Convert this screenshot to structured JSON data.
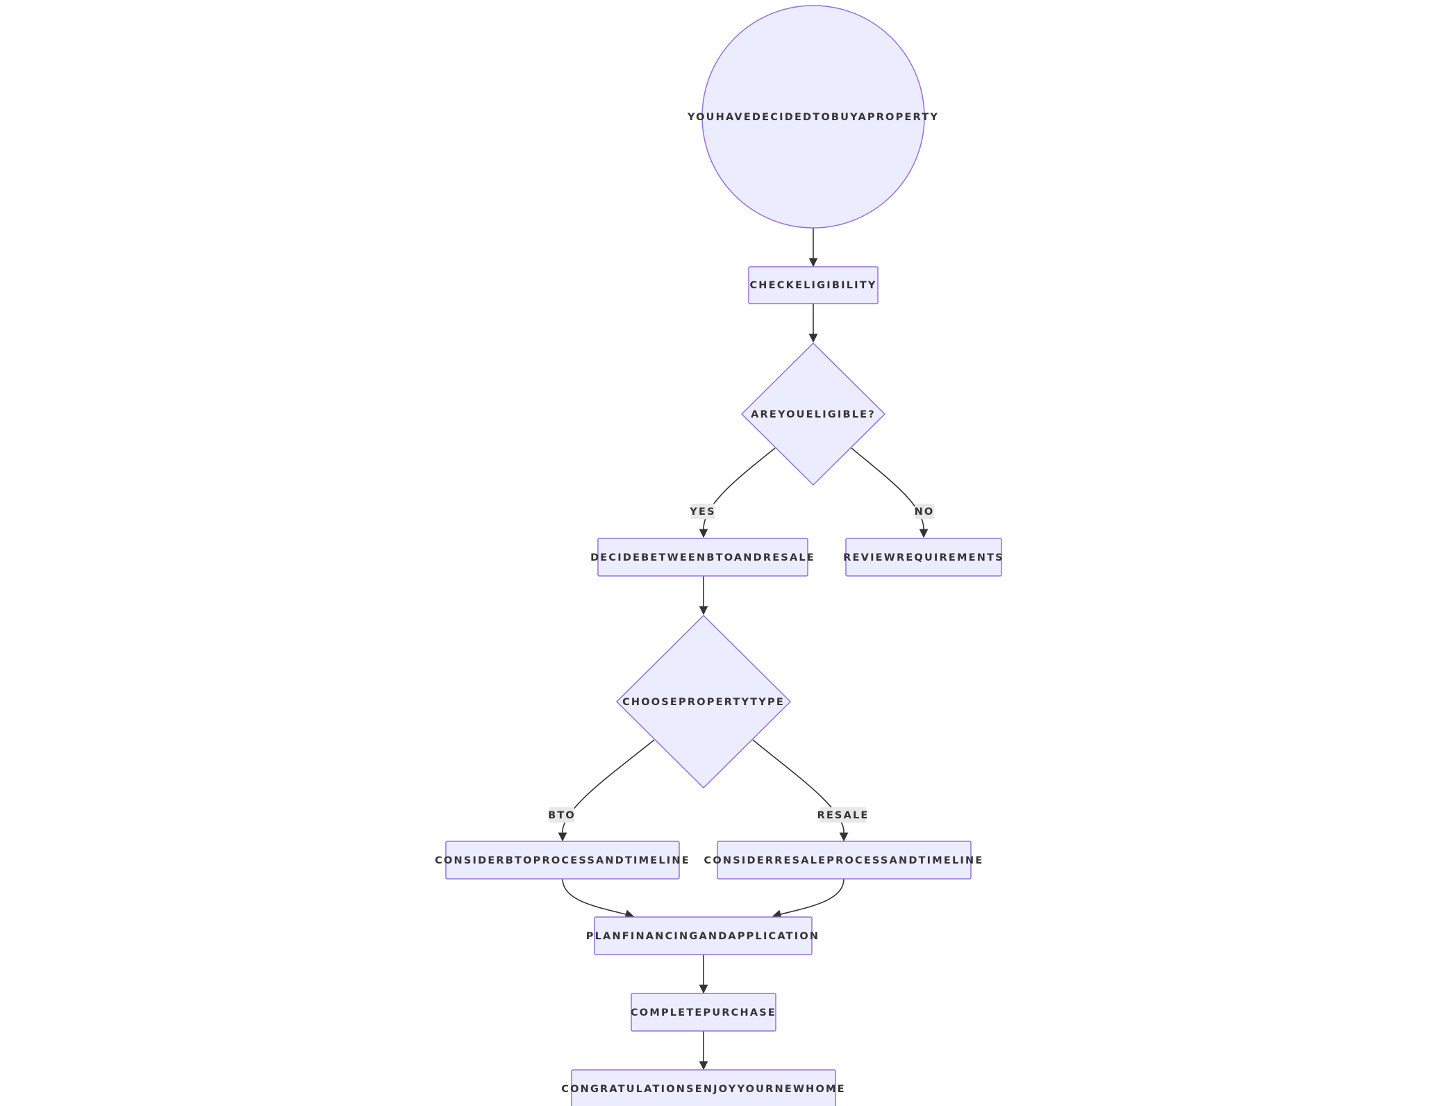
{
  "nodes": {
    "start": "YOUHAVEDECIDEDTOBUYAPROPERTY",
    "check": "CHECKELIGIBILITY",
    "eligible": "AREYOUELIGIBLE?",
    "decide": "DECIDEBETWEENBTOANDRESALE",
    "review": "REVIEWREQUIREMENTS",
    "choose": "CHOOSEPROPERTYTYPE",
    "bto": "CONSIDERBTOPROCESSANDTIMELINE",
    "resale": "CONSIDERRESALEPROCESSANDTIMELINE",
    "plan": "PLANFINANCINGANDAPPLICATION",
    "complete": "COMPLETEPURCHASE",
    "congrats": "CONGRATULATIONSENJOYYOURNEWHOME"
  },
  "edges": {
    "yes": "YES",
    "no": "NO",
    "bto": "BTO",
    "resale": "RESALE"
  },
  "colors": {
    "node_fill": "#ECECFF",
    "node_stroke": "#9370DB",
    "edge": "#333333",
    "edge_label_bg": "#E8E8E8"
  }
}
